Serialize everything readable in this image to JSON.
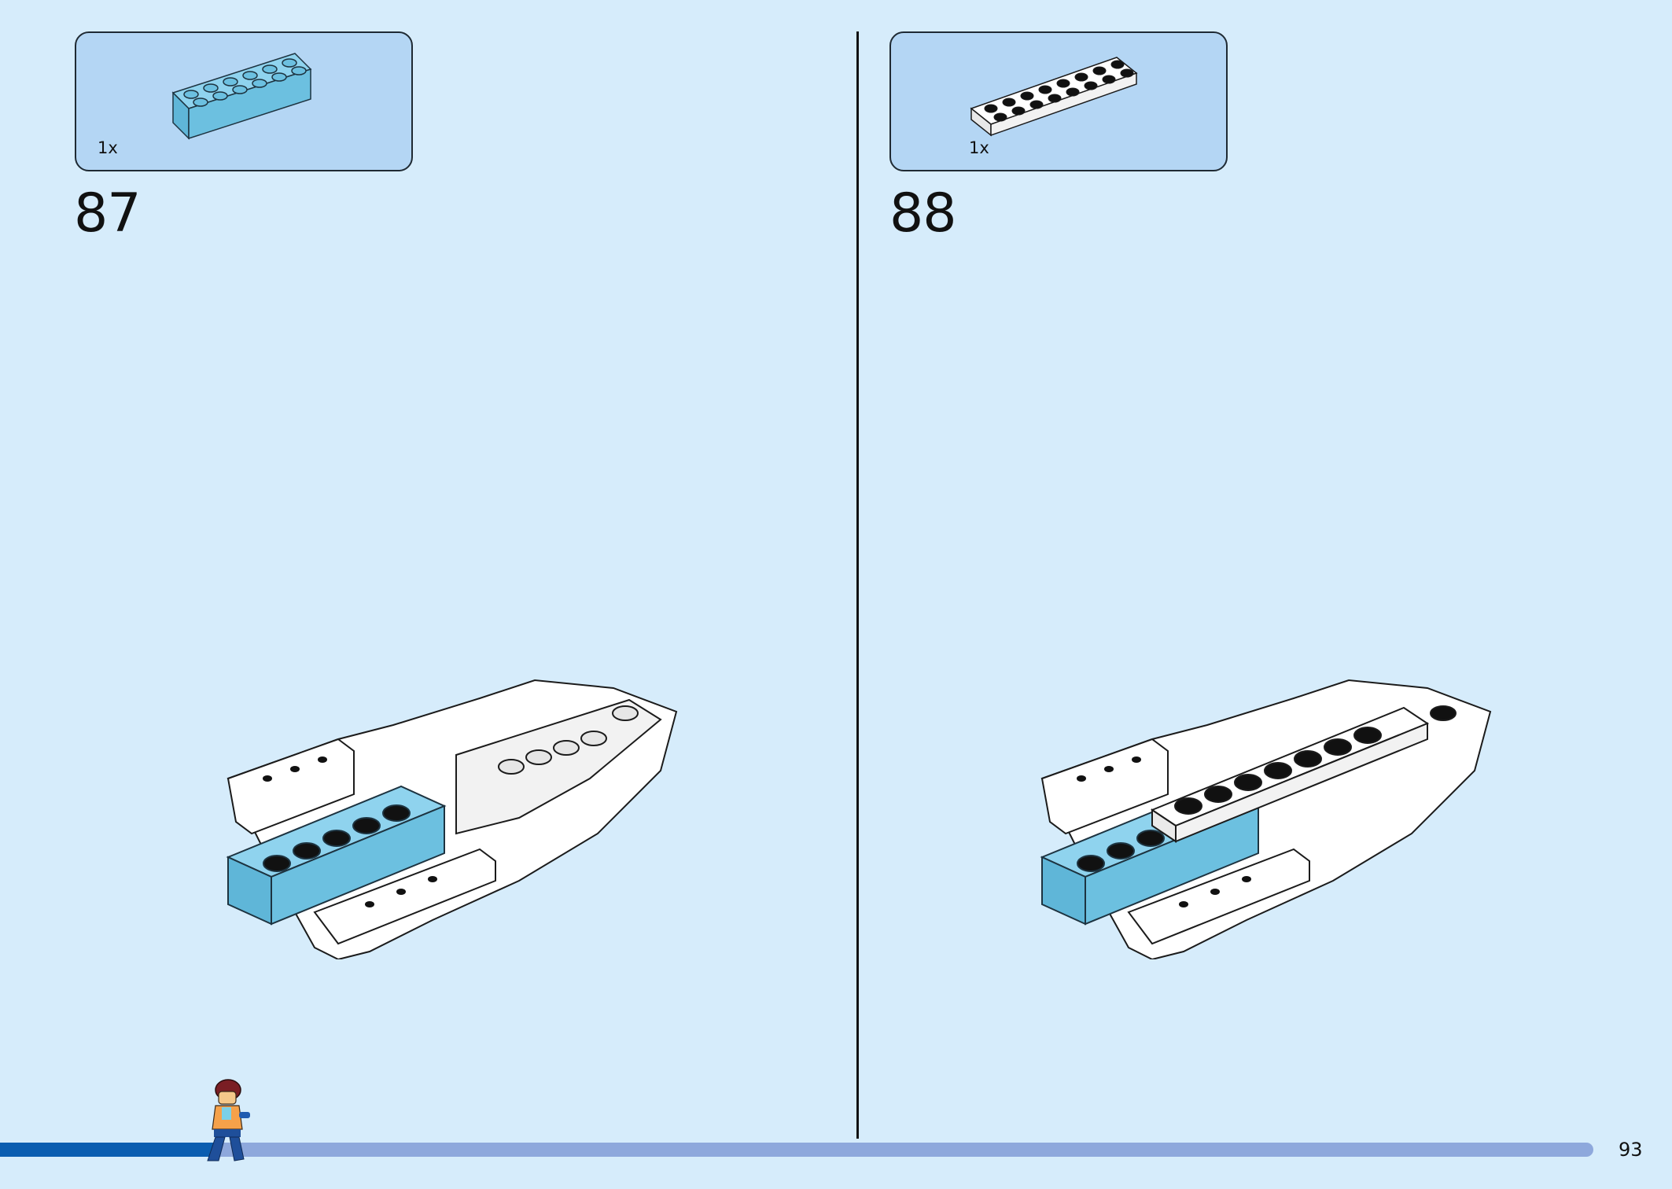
{
  "steps": [
    {
      "number": "87",
      "part_count": "1x",
      "part": "light-blue-brick-2x6"
    },
    {
      "number": "88",
      "part_count": "1x",
      "part": "white-plate-2x8"
    }
  ],
  "page": {
    "number": "93",
    "progress": 0.135
  },
  "colors": {
    "background": "#d6ecfb",
    "parts_box": "#b4d6f4",
    "progress_fill": "#0a5db0",
    "progress_track": "#8ea8dc",
    "light_blue_brick": "#6cc0e0"
  }
}
